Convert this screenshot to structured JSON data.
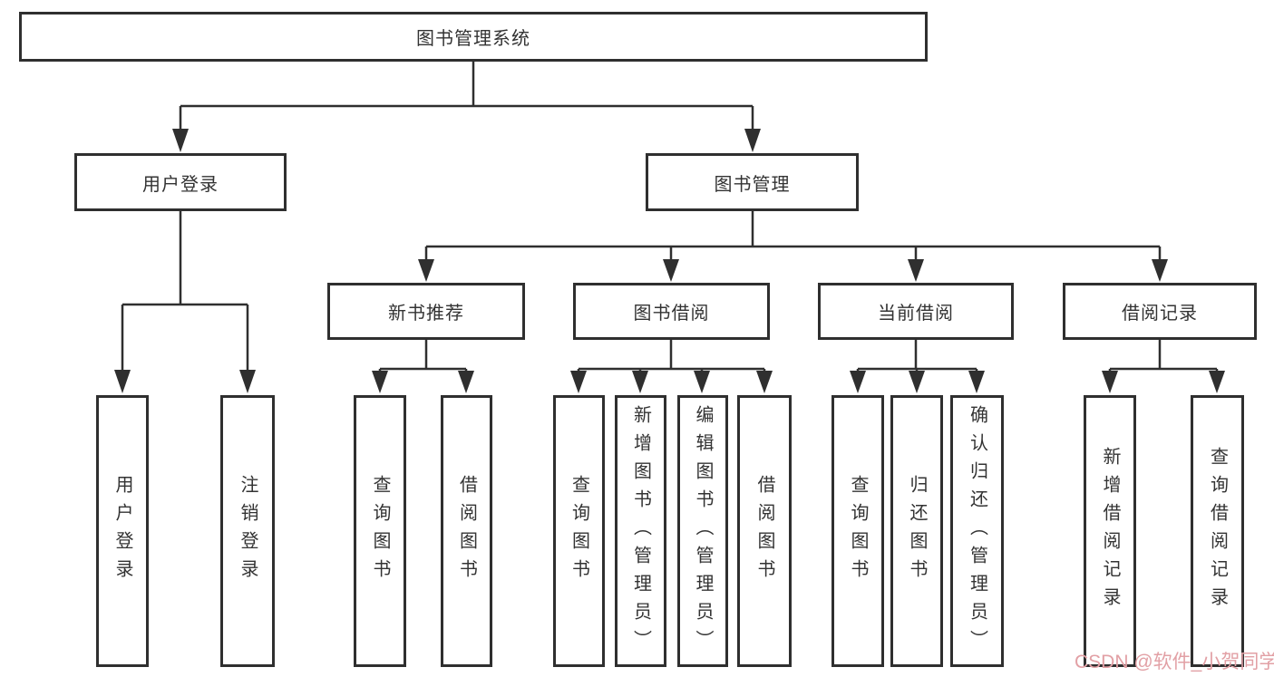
{
  "colors": {
    "line": "#2f2f2f",
    "text": "#333333",
    "background": "#ffffff",
    "watermark": "#e2a0a5"
  },
  "watermark": {
    "text": "CSDN @软件_小贺同学"
  },
  "diagram": {
    "type": "tree",
    "root": {
      "label": "图书管理系统"
    },
    "user_login": {
      "label": "用户登录",
      "children": [
        {
          "label": "用户登录"
        },
        {
          "label": "注销登录"
        }
      ]
    },
    "book_mgmt": {
      "label": "图书管理",
      "sections": [
        {
          "label": "新书推荐",
          "children": [
            {
              "label": "查询图书"
            },
            {
              "label": "借阅图书"
            }
          ]
        },
        {
          "label": "图书借阅",
          "children": [
            {
              "label": "查询图书"
            },
            {
              "label": "新增图书（管理员）"
            },
            {
              "label": "编辑图书（管理员）"
            },
            {
              "label": "借阅图书"
            }
          ]
        },
        {
          "label": "当前借阅",
          "children": [
            {
              "label": "查询图书"
            },
            {
              "label": "归还图书"
            },
            {
              "label": "确认归还（管理员）"
            }
          ]
        },
        {
          "label": "借阅记录",
          "children": [
            {
              "label": "新增借阅记录"
            },
            {
              "label": "查询借阅记录"
            }
          ]
        }
      ]
    }
  }
}
